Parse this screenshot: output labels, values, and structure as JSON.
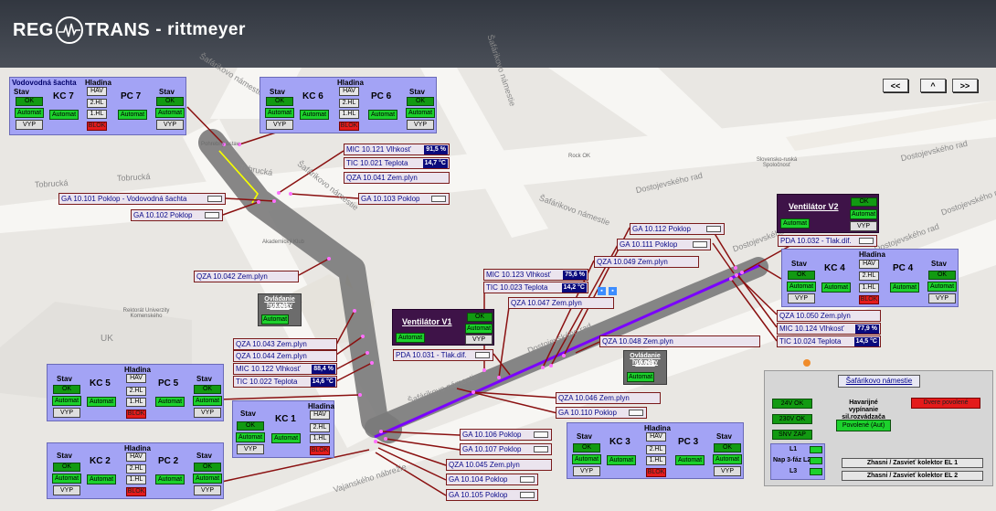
{
  "brand": {
    "reg": "REG",
    "trans": "TRANS",
    "separator": "-",
    "name": "rittmeyer"
  },
  "colors": {
    "chamber": "#a3a3f5",
    "ok": "#129a12",
    "automat": "#1cd12c",
    "blok": "#e41b1b",
    "value_bg": "#0a0a7c",
    "label_bg": "#ebe4ee",
    "ventilator_bg": "#3e1348",
    "tunnel": "#7a7a7a",
    "line": "#7a00ff"
  },
  "nav": {
    "prev": "<<",
    "up": "^",
    "next": ">>"
  },
  "streets": [
    "Šafárikovo námestie",
    "Šafárikovo námestie",
    "Šafárikovo námestie",
    "Šafárikovo námestie",
    "Šafárikovo námestie",
    "Tobrucká",
    "Tobrucká",
    "Tobrucká",
    "Dostojevského rad",
    "Dostojevského rad",
    "Dostojevského rad",
    "Dostojevského rad",
    "Dostojevského rad",
    "Dostojevského rad",
    "Vajanského nábrežie",
    "UK"
  ],
  "pois": [
    "Pohrebný ústav",
    "Akademický Klub",
    "Rektorát Univerzity Komenského",
    "Rock OK",
    "Slovensko-ruská Spoločnosť"
  ],
  "common": {
    "stav": "Stav",
    "hladina": "Hladina",
    "ok": "OK",
    "automat": "Automat",
    "vyp": "VYP",
    "hav": "HAV",
    "hl2": "2.HL",
    "hl1": "1.HL",
    "blok": "BLOK"
  },
  "chambers": {
    "kc7": {
      "caption": "Vodovodná šachta",
      "kc": "KC 7",
      "pc": "PC 7"
    },
    "kc6": {
      "kc": "KC 6",
      "pc": "PC 6"
    },
    "kc5": {
      "kc": "KC 5",
      "pc": "PC 5"
    },
    "kc2": {
      "kc": "KC 2",
      "pc": "PC 2"
    },
    "kc1": {
      "kc": "KC 1"
    },
    "kc3": {
      "kc": "KC 3",
      "pc": "PC 3"
    },
    "kc4": {
      "kc": "KC 4",
      "pc": "PC 4"
    }
  },
  "sensors": {
    "mic121": {
      "label": "MIC 10.121 Vlhkosť",
      "value": "91,5 %"
    },
    "tic021": {
      "label": "TIC 10.021 Teplota",
      "value": "14,7 °C"
    },
    "qza041": {
      "label": "QZA 10.041 Zem.plyn"
    },
    "ga101": {
      "label": "GA 10.101 Poklop - Vodovodná šachta"
    },
    "ga102": {
      "label": "GA 10.102 Poklop"
    },
    "ga103": {
      "label": "GA 10.103 Poklop"
    },
    "qza042": {
      "label": "QZA 10.042 Zem.plyn"
    },
    "mic123": {
      "label": "MIC 10.123 Vlhkosť",
      "value": "75,6 %"
    },
    "tic023": {
      "label": "TIC 10.023 Teplota",
      "value": "14,2 °C"
    },
    "qza047": {
      "label": "QZA 10.047 Zem.plyn"
    },
    "ga112": {
      "label": "GA 10.112 Poklop"
    },
    "ga111": {
      "label": "GA 10.111 Poklop"
    },
    "qza049": {
      "label": "QZA 10.049 Zem.plyn"
    },
    "pda032": {
      "label": "PDA 10.032 - Tlak.dif."
    },
    "qza050": {
      "label": "QZA 10.050 Zem.plyn"
    },
    "mic124": {
      "label": "MIC 10.124 Vlhkosť",
      "value": "77,9 %"
    },
    "tic024": {
      "label": "TIC 10.024 Teplota",
      "value": "14,5 °C"
    },
    "qza043": {
      "label": "QZA 10.043 Zem.plyn"
    },
    "qza044": {
      "label": "QZA 10.044 Zem.plyn"
    },
    "mic122": {
      "label": "MIC 10.122 Vlhkosť",
      "value": "88,4 %"
    },
    "tic022": {
      "label": "TIC 10.022 Teplota",
      "value": "14,6 °C"
    },
    "pda031": {
      "label": "PDA 10.031 - Tlak.dif."
    },
    "qza048": {
      "label": "QZA 10.048 Zem.plyn"
    },
    "qza046": {
      "label": "QZA 10.046 Zem.plyn"
    },
    "ga110": {
      "label": "GA 10.110 Poklop"
    },
    "ga106": {
      "label": "GA 10.106 Poklop"
    },
    "ga107": {
      "label": "GA 10.107 Poklop"
    },
    "qza045": {
      "label": "QZA 10.045 Zem.plyn"
    },
    "ga104": {
      "label": "GA 10.104 Poklop"
    },
    "ga105": {
      "label": "GA 10.105 Poklop"
    }
  },
  "ventilators": {
    "v1": {
      "title": "Ventilátor V1"
    },
    "v2": {
      "title": "Ventilátor V2"
    }
  },
  "hukacky": {
    "h081": {
      "title": "Ovládanie húkačky",
      "id": "10.081"
    },
    "h082": {
      "title": "Ovládanie húkačky",
      "id": "10.082"
    }
  },
  "section": {
    "title": "Šafárikovo námestie",
    "v24": "24V OK",
    "v230": "230V OK",
    "snv": "SNV ZAP",
    "hav_title": "Havarijné vypínanie sil.rozvádzača",
    "povolene_aut": "Povolené (Aut)",
    "dvere": "Dvere povolené",
    "nap": "Nap 3-fáz L2",
    "l1": "L1",
    "l3": "L3",
    "el1": "Zhasni / Zasvieť kolektor EL 1",
    "el2": "Zhasni / Zasvieť kolektor EL 2"
  }
}
